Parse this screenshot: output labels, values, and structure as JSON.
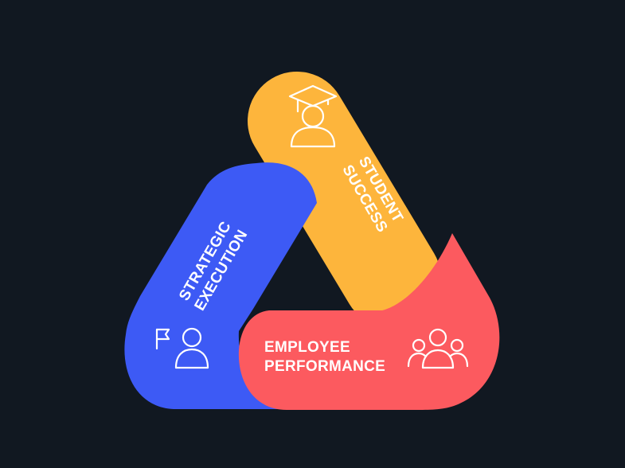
{
  "colors": {
    "background": "#111821",
    "student_success": "#FDB53C",
    "strategic_execution": "#3D5AF5",
    "employee_performance": "#FC5A5F",
    "label": "#ffffff"
  },
  "segments": {
    "student_success": {
      "label_line1": "STUDENT",
      "label_line2": "SUCCESS",
      "icon": "graduate-icon"
    },
    "strategic_execution": {
      "label_line1": "STRATEGIC",
      "label_line2": "EXECUTION",
      "icon": "person-with-flag-icon"
    },
    "employee_performance": {
      "label_line1": "EMPLOYEE",
      "label_line2": "PERFORMANCE",
      "icon": "group-icon"
    }
  }
}
